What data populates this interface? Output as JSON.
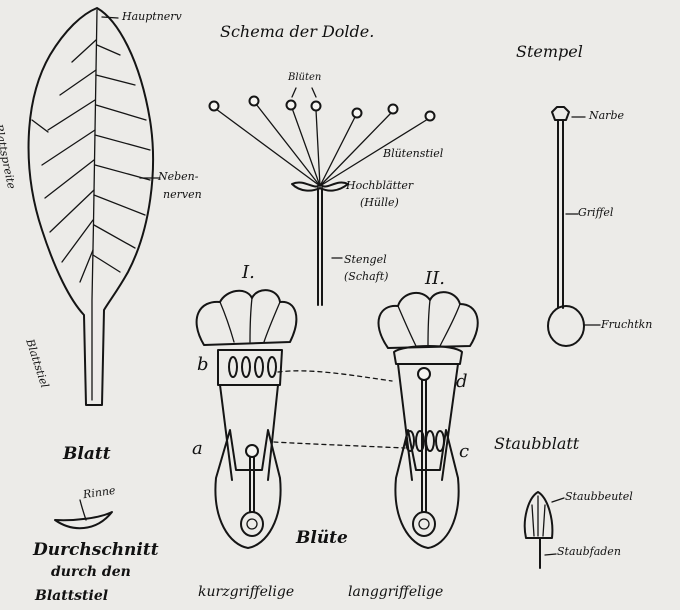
{
  "labels": {
    "hauptnerv": "Hauptnerv",
    "blattspreite": "Blattspreite",
    "nebennerven_line1": "Neben-",
    "nebennerven_line2": "nerven",
    "blattstiel": "Blattstiel",
    "blatt": "Blatt",
    "rinne": "Rinne",
    "durchschnitt_line1": "Durchschnitt",
    "durchschnitt_line2": "durch den",
    "durchschnitt_line3": "Blattstiel",
    "schema_title": "Schema der Dolde.",
    "blueten": "Blüten",
    "bluetenstiel": "Blütenstiel",
    "hochblaetter_line1": "Hochblätter",
    "hochblaetter_line2": "(Hülle)",
    "stengel_line1": "Stengel",
    "stengel_line2": "(Schaft)",
    "stempel": "Stempel",
    "narbe": "Narbe",
    "griffel": "Griffel",
    "fruchtknoten": "Fruchtkn",
    "roman_one": "I.",
    "roman_two": "II.",
    "letter_a": "a",
    "letter_b": "b",
    "letter_c": "c",
    "letter_d": "d",
    "bluete": "Blüte",
    "kurzgriffelige": "kurzgriffelige",
    "langgriffelige": "langgriffelige",
    "staubblatt": "Staubblatt",
    "staubbeutel": "Staubbeutel",
    "staubfaden": "Staubfaden"
  }
}
